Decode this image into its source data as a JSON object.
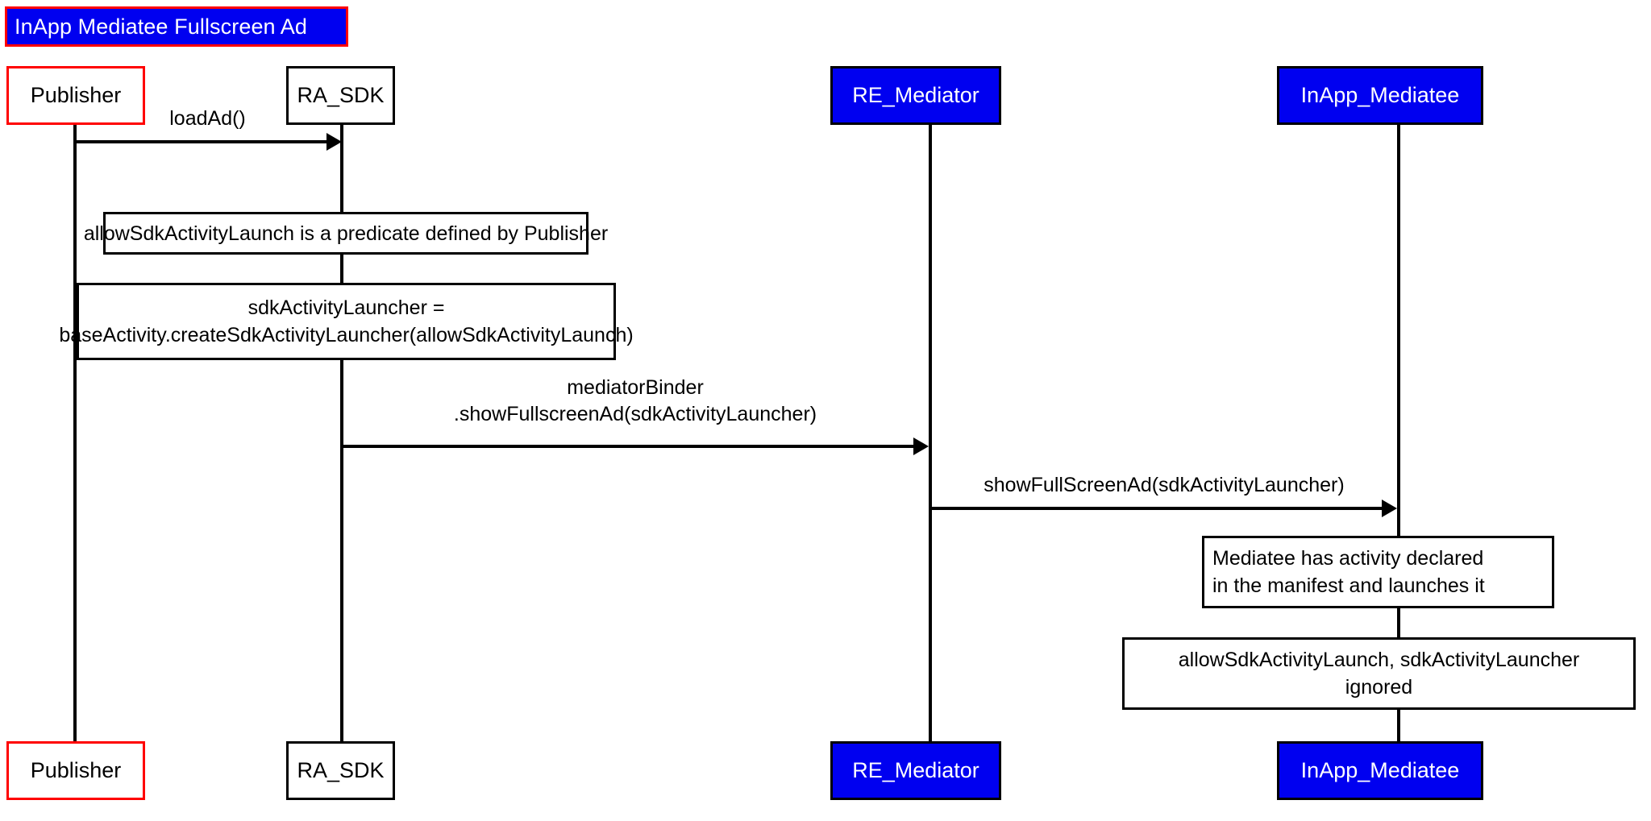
{
  "title": {
    "text": "InApp Mediatee Fullscreen Ad",
    "bg_color": "#0000f0",
    "border_color": "#ff0000",
    "text_color": "#ffffff"
  },
  "colors": {
    "blue_fill": "#0000f0",
    "red_border": "#ff0000",
    "black": "#000000",
    "white": "#ffffff"
  },
  "participants": [
    {
      "id": "publisher",
      "label": "Publisher",
      "style": "red"
    },
    {
      "id": "ra_sdk",
      "label": "RA_SDK",
      "style": "plain"
    },
    {
      "id": "re_mediator",
      "label": "RE_Mediator",
      "style": "blue"
    },
    {
      "id": "inapp_mediatee",
      "label": "InApp_Mediatee",
      "style": "blue"
    }
  ],
  "participants_bottom": [
    {
      "id": "publisher",
      "label": "Publisher",
      "style": "red"
    },
    {
      "id": "ra_sdk",
      "label": "RA_SDK",
      "style": "plain"
    },
    {
      "id": "re_mediator",
      "label": "RE_Mediator",
      "style": "blue"
    },
    {
      "id": "inapp_mediatee",
      "label": "InApp_Mediatee",
      "style": "blue"
    }
  ],
  "messages": [
    {
      "id": "load-ad",
      "from": "publisher",
      "to": "ra_sdk",
      "lines": [
        "loadAd()"
      ]
    },
    {
      "id": "show-fullscreen-ad",
      "from": "ra_sdk",
      "to": "re_mediator",
      "lines": [
        "mediatorBinder",
        ".showFullscreenAd(sdkActivityLauncher)"
      ]
    },
    {
      "id": "show-full-screen-ad",
      "from": "re_mediator",
      "to": "inapp_mediatee",
      "lines": [
        "showFullScreenAd(sdkActivityLauncher)"
      ]
    }
  ],
  "notes": [
    {
      "id": "note-predicate",
      "align": "center",
      "lines": [
        "allowSdkActivityLaunch is a predicate defined by Publisher"
      ]
    },
    {
      "id": "note-launcher-creation",
      "align": "center",
      "lines": [
        "sdkActivityLauncher =",
        "baseActivity.createSdkActivityLauncher(allowSdkActivityLaunch)"
      ]
    },
    {
      "id": "note-manifest",
      "align": "left",
      "lines": [
        "Mediatee has activity declared",
        "in the manifest and launches it"
      ]
    },
    {
      "id": "note-ignored",
      "align": "center",
      "lines": [
        "allowSdkActivityLaunch, sdkActivityLauncher",
        "ignored"
      ]
    }
  ]
}
